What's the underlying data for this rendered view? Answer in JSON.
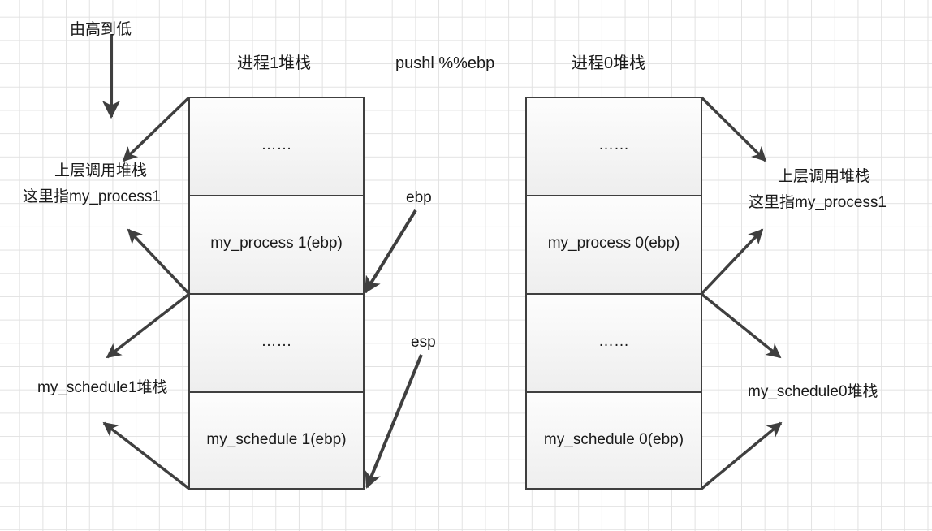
{
  "diagram": {
    "title_left": "进程1堆栈",
    "title_center": "pushl %%ebp",
    "title_right": "进程0堆栈",
    "direction_note": "由高到低",
    "direction_arrow_icon": "down-arrow-icon",
    "registers": {
      "ebp": "ebp",
      "esp": "esp"
    },
    "left_annotations": {
      "upper_line1": "上层调用堆栈",
      "upper_line2": "这里指my_process1",
      "lower": "my_schedule1堆栈"
    },
    "right_annotations": {
      "upper_line1": "上层调用堆栈",
      "upper_line2": "这里指my_process1",
      "lower": "my_schedule0堆栈"
    },
    "stack_left": {
      "name": "process-1-stack",
      "cells": [
        {
          "label": "……",
          "kind": "ellipsis"
        },
        {
          "label": "my_process 1(ebp)",
          "kind": "frame"
        },
        {
          "label": "……",
          "kind": "ellipsis"
        },
        {
          "label": "my_schedule 1(ebp)",
          "kind": "frame"
        }
      ]
    },
    "stack_right": {
      "name": "process-0-stack",
      "cells": [
        {
          "label": "……",
          "kind": "ellipsis"
        },
        {
          "label": "my_process 0(ebp)",
          "kind": "frame"
        },
        {
          "label": "……",
          "kind": "ellipsis"
        },
        {
          "label": "my_schedule 0(ebp)",
          "kind": "frame"
        }
      ]
    },
    "colors": {
      "grid": "#e2e2e2",
      "stroke": "#3f3f3f",
      "box_fill_top": "#fdfdfd",
      "box_fill_bottom": "#f0f0f0",
      "text": "#1a1a1a",
      "background": "#ffffff"
    }
  }
}
